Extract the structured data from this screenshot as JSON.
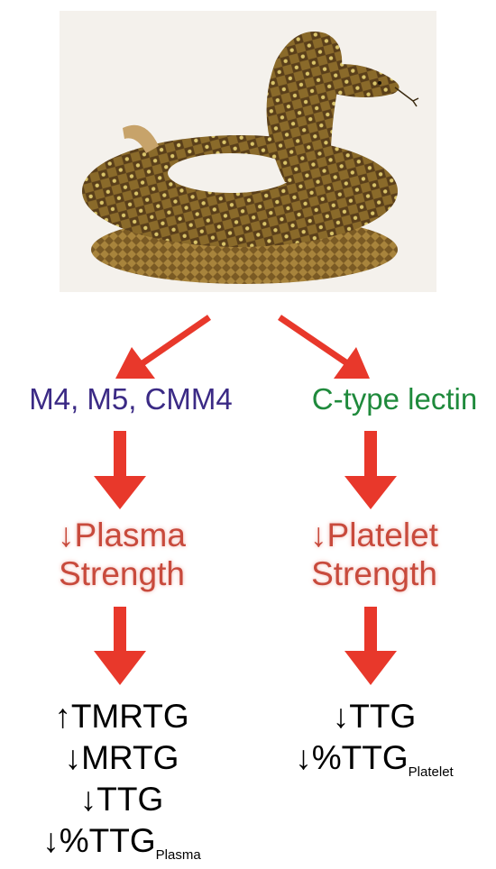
{
  "left_branch": {
    "label": "M4, M5, CMM4",
    "effect": {
      "line1": "↓Plasma",
      "line2": "Strength"
    },
    "outcomes": [
      {
        "text": "↑TMRTG",
        "sub": ""
      },
      {
        "text": "↓MRTG",
        "sub": ""
      },
      {
        "text": "↓TTG",
        "sub": ""
      },
      {
        "text": "↓%TTG",
        "sub": "Plasma"
      }
    ]
  },
  "right_branch": {
    "label": "C-type lectin",
    "effect": {
      "line1": "↓Platelet",
      "line2": "Strength"
    },
    "outcomes": [
      {
        "text": "↓TTG",
        "sub": ""
      },
      {
        "text": "↓%TTG",
        "sub": "Platelet"
      }
    ]
  },
  "colors": {
    "arrow": "#e8382b",
    "left_label": "#3b2a85",
    "right_label": "#1f8a3c",
    "effect": "#c84a3c",
    "outcome": "#000000"
  }
}
